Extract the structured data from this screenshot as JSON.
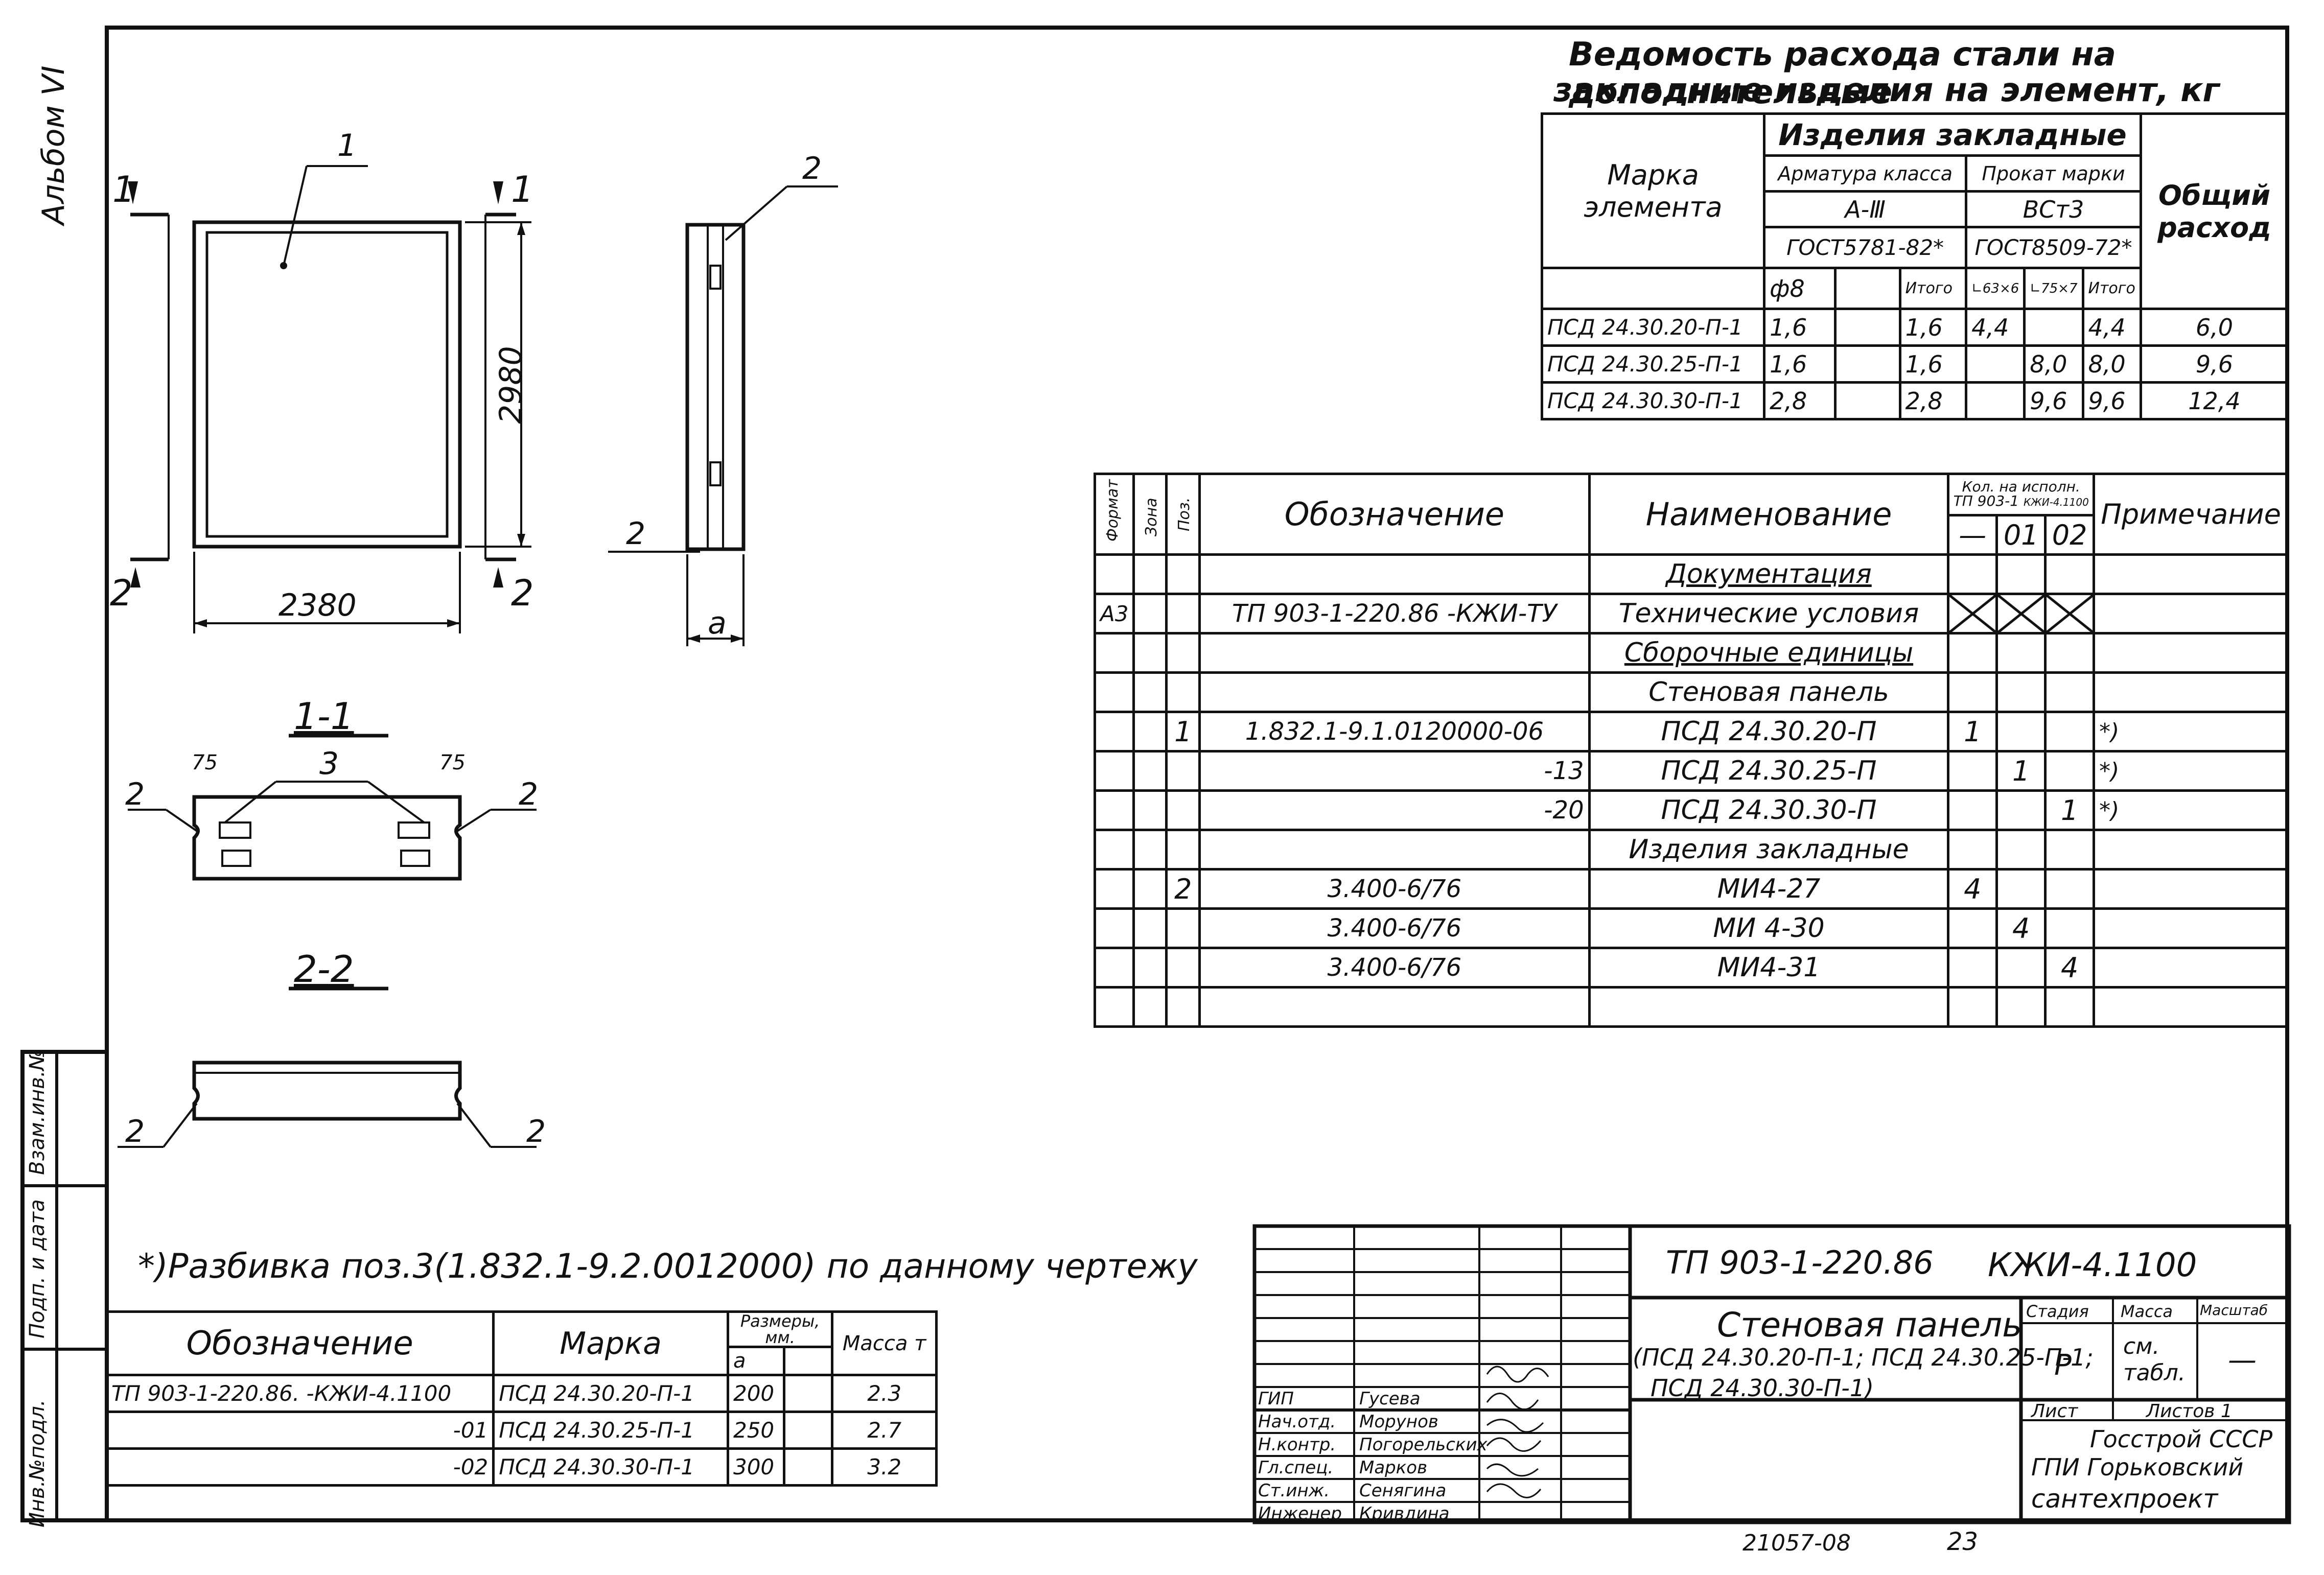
{
  "album": "Альбом VI",
  "side_labels": [
    "Инв.№подл.",
    "Подп. и дата",
    "Взам.инв.№"
  ],
  "steel_table": {
    "title_line1": "Ведомость расхода стали на дополнительные",
    "title_line2": "закладные изделия на элемент, кг",
    "h_element": "Марка элемента",
    "h_items": "Изделия закладные",
    "h_rebar": "Арматура класса",
    "h_rebar_class": "А-Ⅲ",
    "h_rebar_std": "ГОСТ5781-82*",
    "h_steel": "Прокат марки",
    "h_steel_grade": "ВСт3",
    "h_steel_std": "ГОСТ8509-72*",
    "h_total": "Общий расход",
    "h_d8": "ф8",
    "h_itogo": "Итого",
    "h_l63": "∟63×6",
    "h_l75": "∟75×7",
    "h_itogo2": "Итого",
    "rows": [
      {
        "mark": "ПСД 24.30.20-П-1",
        "d8": "1,6",
        "it1": "1,6",
        "l63": "4,4",
        "l75": "",
        "it2": "4,4",
        "total": "6,0"
      },
      {
        "mark": "ПСД 24.30.25-П-1",
        "d8": "1,6",
        "it1": "1,6",
        "l63": "",
        "l75": "8,0",
        "it2": "8,0",
        "total": "9,6"
      },
      {
        "mark": "ПСД 24.30.30-П-1",
        "d8": "2,8",
        "it1": "2,8",
        "l63": "",
        "l75": "9,6",
        "it2": "9,6",
        "total": "12,4"
      }
    ]
  },
  "spec_table": {
    "h_format": "Формат",
    "h_zone": "Зона",
    "h_pos": "Поз.",
    "h_designation": "Обозначение",
    "h_name": "Наименование",
    "h_qty": "Кол. на исполн.",
    "h_qty_sub1": "ТП 903-1",
    "h_qty_sub2": "КЖИ-4.1100",
    "h_q0": "—",
    "h_q1": "01",
    "h_q2": "02",
    "h_note": "Примечание",
    "rows": [
      {
        "fmt": "",
        "pos": "",
        "des": "",
        "name": "Документация",
        "q0": "",
        "q1": "",
        "q2": "",
        "note": "",
        "underline": true
      },
      {
        "fmt": "А3",
        "pos": "",
        "des": "ТП 903-1-220.86 -КЖИ-ТУ",
        "name": "Технические условия",
        "q0": "",
        "q1": "",
        "q2": "",
        "note": "",
        "cross": true
      },
      {
        "fmt": "",
        "pos": "",
        "des": "",
        "name": "Сборочные единицы",
        "q0": "",
        "q1": "",
        "q2": "",
        "note": "",
        "underline": true
      },
      {
        "fmt": "",
        "pos": "",
        "des": "",
        "name": "Стеновая панель",
        "q0": "",
        "q1": "",
        "q2": "",
        "note": ""
      },
      {
        "fmt": "",
        "pos": "1",
        "des": "1.832.1-9.1.0120000-06",
        "name": "ПСД 24.30.20-П",
        "q0": "1",
        "q1": "",
        "q2": "",
        "note": "*)"
      },
      {
        "fmt": "",
        "pos": "",
        "des": "-13",
        "name": "ПСД 24.30.25-П",
        "q0": "",
        "q1": "1",
        "q2": "",
        "note": "*)"
      },
      {
        "fmt": "",
        "pos": "",
        "des": "-20",
        "name": "ПСД 24.30.30-П",
        "q0": "",
        "q1": "",
        "q2": "1",
        "note": "*)"
      },
      {
        "fmt": "",
        "pos": "",
        "des": "",
        "name": "Изделия закладные",
        "q0": "",
        "q1": "",
        "q2": "",
        "note": ""
      },
      {
        "fmt": "",
        "pos": "2",
        "des": "3.400-6/76",
        "name": "МИ4-27",
        "q0": "4",
        "q1": "",
        "q2": "",
        "note": ""
      },
      {
        "fmt": "",
        "pos": "",
        "des": "3.400-6/76",
        "name": "МИ 4-30",
        "q0": "",
        "q1": "4",
        "q2": "",
        "note": ""
      },
      {
        "fmt": "",
        "pos": "",
        "des": "3.400-6/76",
        "name": "МИ4-31",
        "q0": "",
        "q1": "",
        "q2": "4",
        "note": ""
      },
      {
        "fmt": "",
        "pos": "",
        "des": "",
        "name": "",
        "q0": "",
        "q1": "",
        "q2": "",
        "note": ""
      }
    ]
  },
  "mass_table": {
    "h_des": "Обозначение",
    "h_mark": "Марка",
    "h_size": "Размеры, мм.",
    "h_a": "а",
    "h_mass": "Масса т",
    "rows": [
      {
        "des": "ТП 903-1-220.86.  -КЖИ-4.1100",
        "mark": "ПСД 24.30.20-П-1",
        "a": "200",
        "mass": "2.3"
      },
      {
        "des": "-01",
        "mark": "ПСД 24.30.25-П-1",
        "a": "250",
        "mass": "2.7"
      },
      {
        "des": "-02",
        "mark": "ПСД 24.30.30-П-1",
        "a": "300",
        "mass": "3.2"
      }
    ]
  },
  "drawing": {
    "pos1": "1",
    "pos2": "2",
    "pos3": "3",
    "dim_width": "2380",
    "dim_height": "2980",
    "dim_a": "а",
    "dim_75a": "75",
    "dim_75b": "75",
    "section_11": "1-1",
    "section_22": "2-2",
    "cut1": "1",
    "cut2": "2"
  },
  "footnote": "*)Разбивка поз.3(1.832.1-9.2.0012000) по данному чертежу",
  "stamp": {
    "code": "ТП 903-1-220.86",
    "sheet_code": "КЖИ-4.1100",
    "title_line1": "Стеновая панель",
    "title_line2": "(ПСД 24.30.20-П-1; ПСД 24.30.25-П-1;",
    "title_line3": "ПСД 24.30.30-П-1)",
    "h_stage": "Стадия",
    "h_mass": "Масса",
    "h_scale": "Масштаб",
    "stage": "Р",
    "mass": "см. табл.",
    "scale": "—",
    "h_sheet": "Лист",
    "h_sheets": "Листов 1",
    "org_line1": "Госстрой СССР",
    "org_line2": "ГПИ Горьковский",
    "org_line3": "сантехпроект",
    "people": [
      {
        "role": "ГИП",
        "name": "Гусева"
      },
      {
        "role": "Нач.отд.",
        "name": "Морунов"
      },
      {
        "role": "Н.контр.",
        "name": "Погорельских"
      },
      {
        "role": "Гл.спец.",
        "name": "Марков"
      },
      {
        "role": "Ст.инж.",
        "name": "Сенягина"
      },
      {
        "role": "Инженер",
        "name": "Кривдина"
      }
    ]
  },
  "bottom_number": "21057-08",
  "page_number": "23"
}
